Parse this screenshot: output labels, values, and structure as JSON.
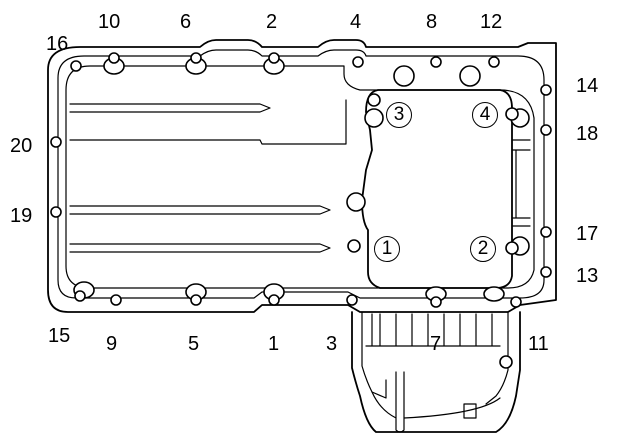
{
  "bolt_labels": [
    "1",
    "2",
    "3",
    "4",
    "5",
    "6",
    "7",
    "8",
    "9",
    "10",
    "11",
    "12",
    "13",
    "14",
    "15",
    "16",
    "17",
    "18",
    "19",
    "20"
  ],
  "stud_labels": [
    "1",
    "2",
    "3",
    "4"
  ],
  "colors": {
    "line": "#000000",
    "background": "#ffffff"
  }
}
